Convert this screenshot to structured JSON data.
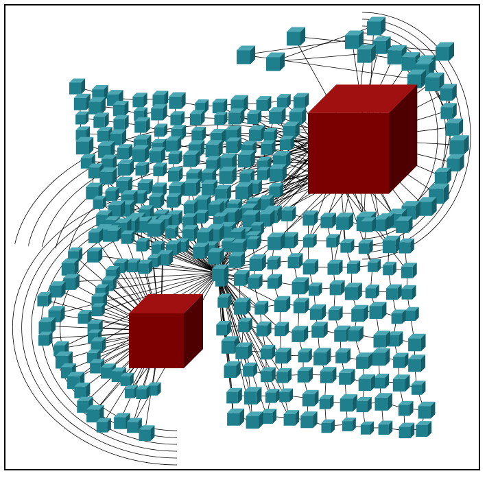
{
  "diagram": {
    "kind": "3d-graph-visualization",
    "node_shape": "cube",
    "edge_style": "thin-black-lines",
    "colors": {
      "background": "#ffffff",
      "border": "#000000",
      "node_top": "#4aa7b3",
      "node_front": "#1f7f8c",
      "node_side": "#135e68",
      "hub_top": "#a01010",
      "hub_front": "#7a0000",
      "hub_side": "#4e0000",
      "edge": "#000000"
    },
    "node_groups": [
      {
        "name": "regular-nodes",
        "shape": "cube",
        "color": "teal"
      },
      {
        "name": "hub-nodes",
        "shape": "large-cube",
        "color": "dark-red",
        "count": 2
      }
    ]
  }
}
